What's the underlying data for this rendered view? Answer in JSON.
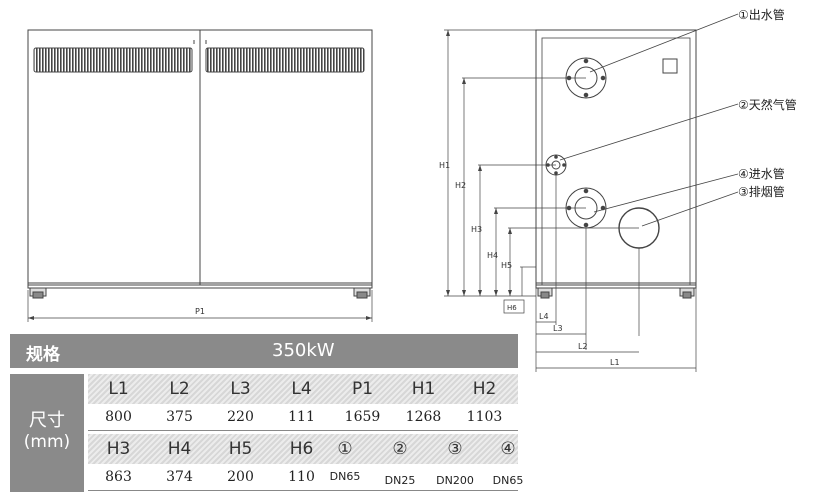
{
  "callouts": {
    "c1": "①出水管",
    "c2": "②天然气管",
    "c4": "④进水管",
    "c3": "③排烟管"
  },
  "dims": {
    "p1": "P1",
    "h1": "H1",
    "h2": "H2",
    "h3": "H3",
    "h4": "H4",
    "h5": "H5",
    "h6": "H6",
    "l1": "L1",
    "l2": "L2",
    "l3": "L3",
    "l4": "L4"
  },
  "spec": {
    "label": "规格",
    "value": "350kW",
    "side_label_1": "尺寸",
    "side_label_2": "(mm)",
    "row1_headers": [
      "L1",
      "L2",
      "L3",
      "L4",
      "P1",
      "H1",
      "H2"
    ],
    "row1_values": [
      "800",
      "375",
      "220",
      "111",
      "1659",
      "1268",
      "1103"
    ],
    "row2_headers": [
      "H3",
      "H4",
      "H5",
      "H6",
      "①",
      "②",
      "③",
      "④"
    ],
    "row2_values": [
      "863",
      "374",
      "200",
      "110",
      "DN65",
      "DN25",
      "DN200",
      "DN65"
    ]
  }
}
